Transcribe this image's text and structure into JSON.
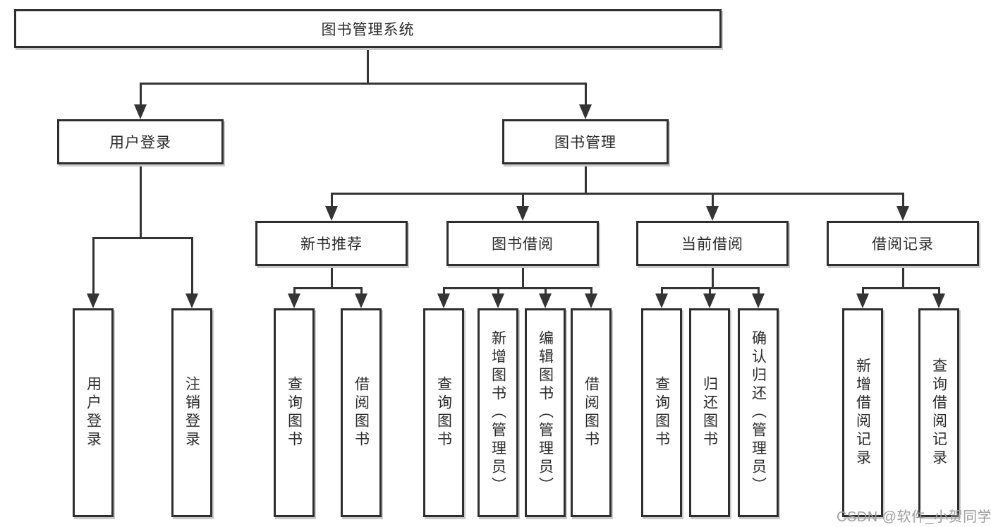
{
  "diagram": {
    "root": {
      "label": "图书管理系统"
    },
    "level2": [
      {
        "id": "user-login",
        "label": "用户登录"
      },
      {
        "id": "book-management",
        "label": "图书管理"
      }
    ],
    "level3": [
      {
        "id": "new-book-recommend",
        "parent": "book-management",
        "label": "新书推荐"
      },
      {
        "id": "book-borrowing",
        "parent": "book-management",
        "label": "图书借阅"
      },
      {
        "id": "current-borrowing",
        "parent": "book-management",
        "label": "当前借阅"
      },
      {
        "id": "borrowing-records",
        "parent": "book-management",
        "label": "借阅记录"
      }
    ],
    "leaves": [
      {
        "parent": "user-login",
        "label": "用户登录"
      },
      {
        "parent": "user-login",
        "label": "注销登录"
      },
      {
        "parent": "new-book-recommend",
        "label": "查询图书"
      },
      {
        "parent": "new-book-recommend",
        "label": "借阅图书"
      },
      {
        "parent": "book-borrowing",
        "label": "查询图书"
      },
      {
        "parent": "book-borrowing",
        "label": "新增图书（管理员）"
      },
      {
        "parent": "book-borrowing",
        "label": "编辑图书（管理员）"
      },
      {
        "parent": "book-borrowing",
        "label": "借阅图书"
      },
      {
        "parent": "current-borrowing",
        "label": "查询图书"
      },
      {
        "parent": "current-borrowing",
        "label": "归还图书"
      },
      {
        "parent": "current-borrowing",
        "label": "确认归还（管理员）"
      },
      {
        "parent": "borrowing-records",
        "label": "新增借阅记录"
      },
      {
        "parent": "borrowing-records",
        "label": "查询借阅记录"
      }
    ],
    "colors": {
      "line": "#343434",
      "box_border": "#2e2e2e",
      "box_fill": "#ffffff",
      "text": "#2b2b2b",
      "box_shadow": "#c9c9c9",
      "watermark_text": "#9e9e9e",
      "background": "#ffffff"
    },
    "watermark": {
      "text": "CSDN @软件_小贺同学"
    }
  }
}
